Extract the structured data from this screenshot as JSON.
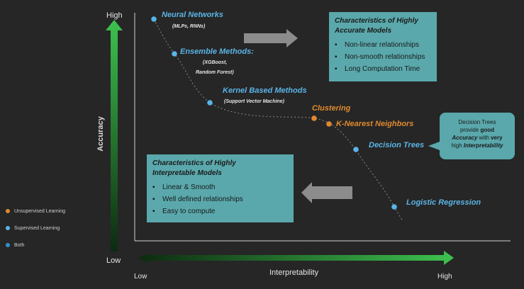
{
  "axes": {
    "y_high": "High",
    "y_low": "Low",
    "y_label": "Accuracy",
    "x_low": "Low",
    "x_high": "High",
    "x_label": "Interpretability"
  },
  "points": {
    "neural_networks": {
      "title": "Neural Networks",
      "sub": "(MLPs, RNNs)"
    },
    "ensemble": {
      "title": "Ensemble Methods:",
      "sub1": "(XGBoost,",
      "sub2": "Random Forest)"
    },
    "kernel": {
      "title": "Kernel Based Methods",
      "sub": "(Support Vector Machine)"
    },
    "clustering": {
      "title": "Clustering"
    },
    "knn": {
      "title": "K-Nearest Neighbors"
    },
    "decision_trees": {
      "title": "Decision Trees"
    },
    "logistic": {
      "title": "Logistic Regression"
    }
  },
  "accurate_box": {
    "title1": "Characteristics of Highly",
    "title2": "Accurate Models",
    "items": [
      "Non-linear relationships",
      "Non-smooth relationships",
      "Long Computation Time"
    ]
  },
  "interpretable_box": {
    "title1": "Characteristics of Highly",
    "title2": "Interpretable Models",
    "items": [
      "Linear & Smooth",
      "Well defined relationships",
      "Easy to compute"
    ]
  },
  "callout": {
    "line1": "Decision Trees",
    "line2a": "provide ",
    "line2b": "good",
    "line3a": "Accuracy",
    "line3b": " with ",
    "line3c": "very",
    "line4a": "high ",
    "line4b": "Interpretability"
  },
  "legend": [
    {
      "label": "Unsupervised Learning",
      "color": "#e08a2e"
    },
    {
      "label": "Supervised Learning",
      "color": "#5ab4e6"
    },
    {
      "label": "Both",
      "color": "#2e8fd0"
    }
  ],
  "colors": {
    "supervised": "#5ab4e6",
    "unsupervised": "#e08a2e",
    "box": "#5aa8ac",
    "arrow_green": "#39b54a"
  }
}
